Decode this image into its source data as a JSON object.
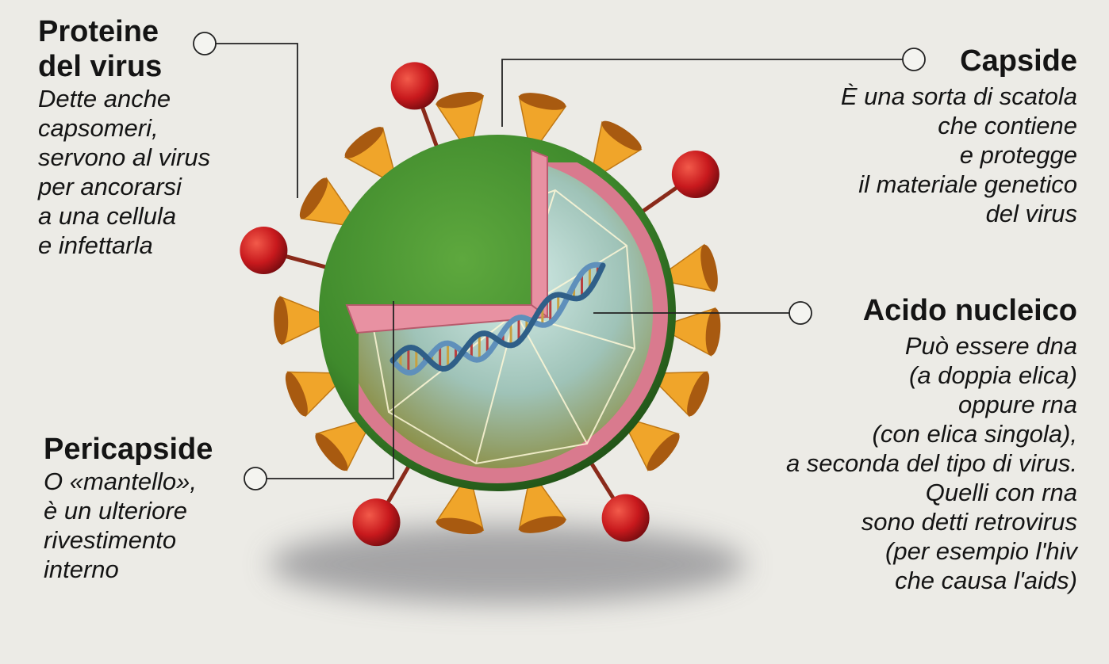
{
  "labels": {
    "proteine": {
      "title_lines": [
        "Proteine",
        "del virus"
      ],
      "desc_lines": [
        "Dette anche",
        "capsomeri,",
        "servono al virus",
        "per ancorarsi",
        "a una cellula",
        "e infettarla"
      ]
    },
    "capside": {
      "title": "Capside",
      "desc_lines": [
        "È una sorta di scatola",
        "che contiene",
        "e protegge",
        "il materiale genetico",
        "del virus"
      ]
    },
    "acido": {
      "title": "Acido nucleico",
      "desc_lines": [
        "Può essere dna",
        "(a doppia elica)",
        "oppure rna",
        "(con elica singola),",
        "a seconda del tipo di virus.",
        "Quelli con rna",
        "sono detti retrovirus",
        "(per esempio l'hiv",
        "che causa l'aids)"
      ]
    },
    "pericapside": {
      "title": "Pericapside",
      "desc_lines": [
        "O «mantello»,",
        "è un ulteriore",
        "rivestimento",
        "interno"
      ]
    }
  },
  "colors": {
    "background": "#ecebe6",
    "envelope": "#3f8a2c",
    "envelope_dark": "#245a18",
    "spike": "#f0a52a",
    "spike_head": "#c8191d",
    "membrane": "#d97a8e",
    "dna_a": "#4f7fa8",
    "dna_b": "#b84040"
  }
}
